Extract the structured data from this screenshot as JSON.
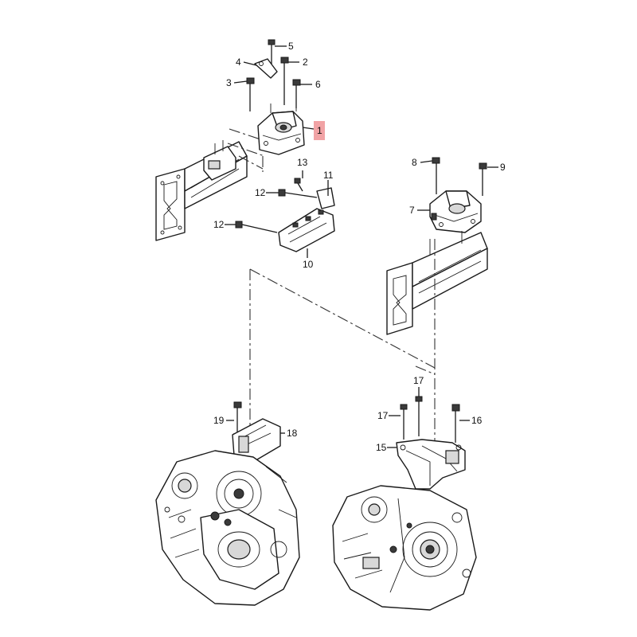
{
  "diagram": {
    "parts": [
      {
        "id": "part-1",
        "label": "1",
        "highlighted": true
      },
      {
        "id": "part-2",
        "label": "2"
      },
      {
        "id": "part-3",
        "label": "3"
      },
      {
        "id": "part-4",
        "label": "4"
      },
      {
        "id": "part-5",
        "label": "5"
      },
      {
        "id": "part-6",
        "label": "6"
      },
      {
        "id": "part-7",
        "label": "7"
      },
      {
        "id": "part-8",
        "label": "8"
      },
      {
        "id": "part-9",
        "label": "9"
      },
      {
        "id": "part-10",
        "label": "10"
      },
      {
        "id": "part-11",
        "label": "11"
      },
      {
        "id": "part-12a",
        "label": "12"
      },
      {
        "id": "part-12b",
        "label": "12"
      },
      {
        "id": "part-13",
        "label": "13"
      },
      {
        "id": "part-15",
        "label": "15"
      },
      {
        "id": "part-16",
        "label": "16"
      },
      {
        "id": "part-17a",
        "label": "17"
      },
      {
        "id": "part-17b",
        "label": "17"
      },
      {
        "id": "part-18",
        "label": "18"
      },
      {
        "id": "part-19",
        "label": "19"
      }
    ],
    "colors": {
      "highlight": "#f1a3a5",
      "line": "#1a1a1a"
    }
  }
}
